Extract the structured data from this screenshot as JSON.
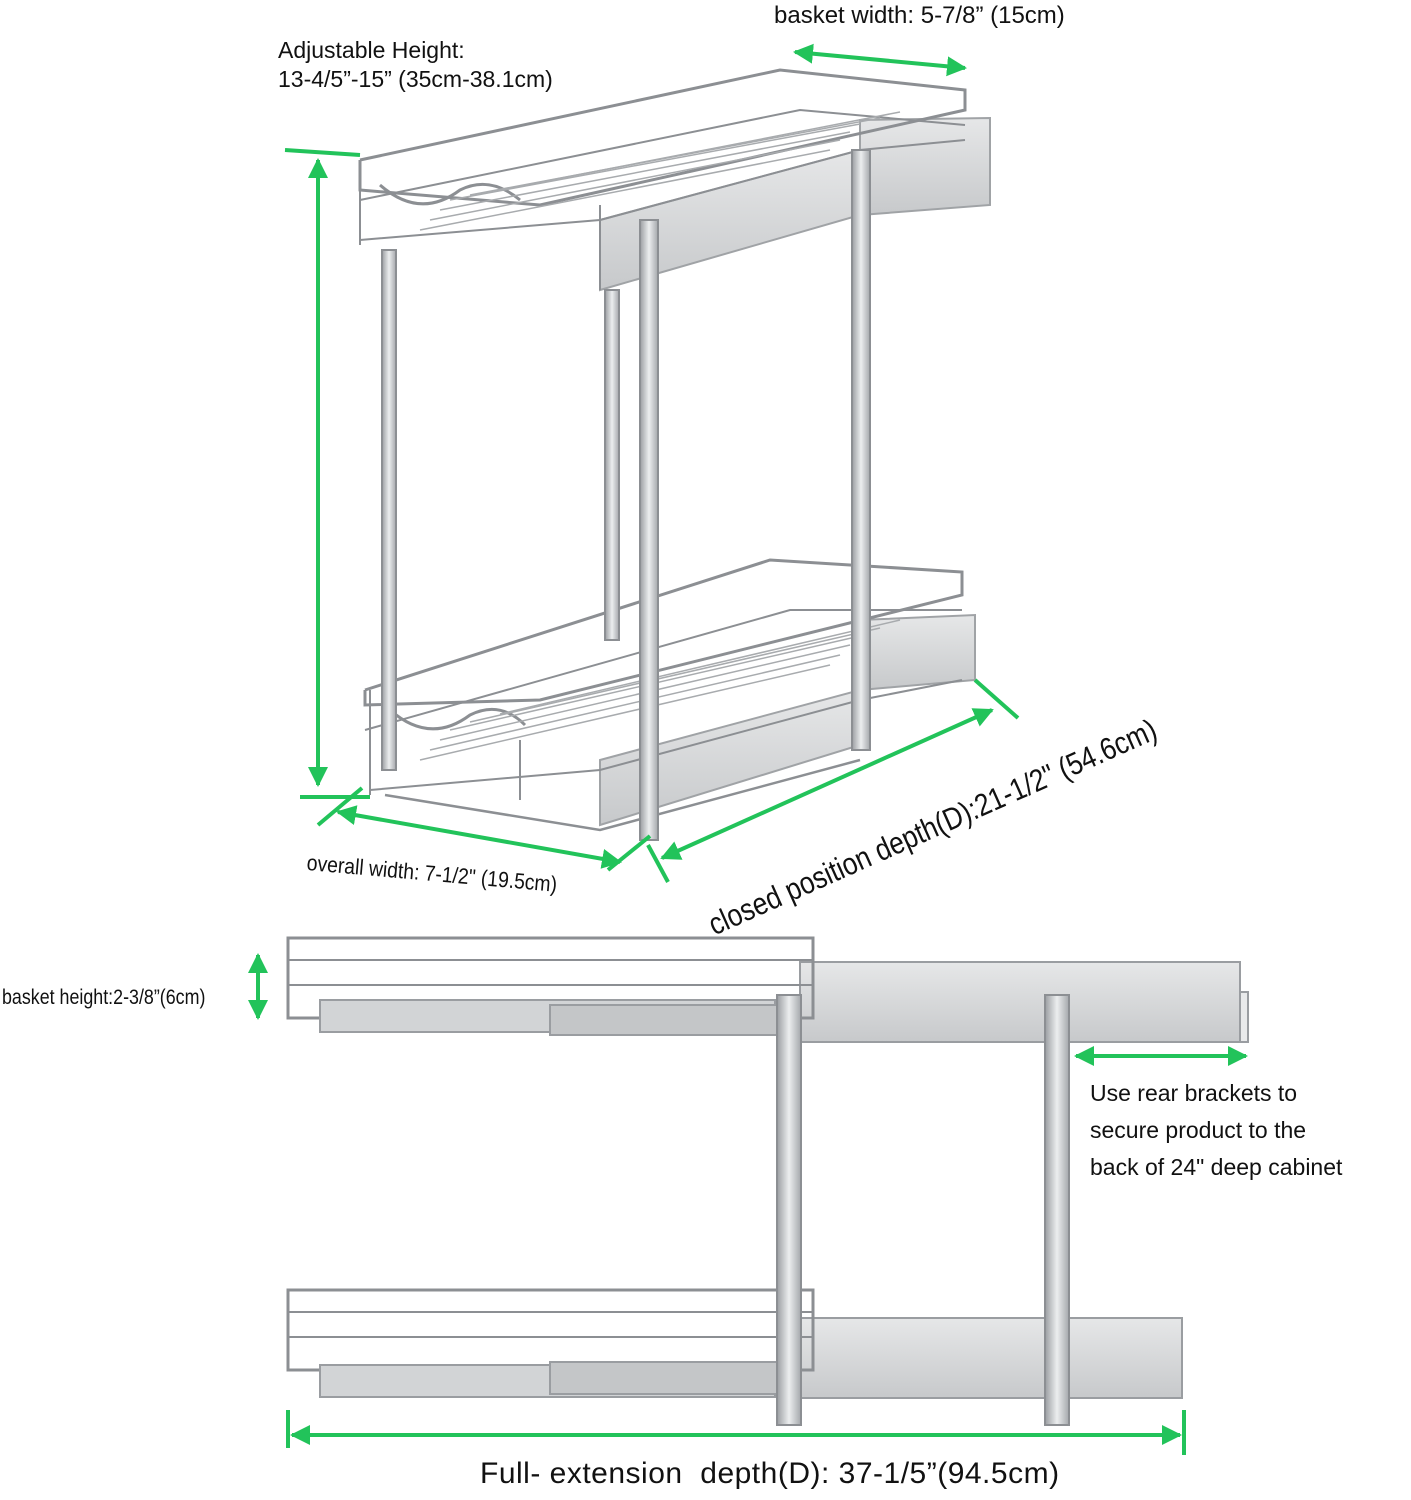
{
  "colors": {
    "dimension_arrow": "#22c35a",
    "metal": "#b9bcc0",
    "wire": "#8c8f93",
    "panel": "#d9dbdd"
  },
  "labels": {
    "basket_width": "basket width: 5-7/8” (15cm)",
    "adjustable_height_title": "Adjustable Height:",
    "adjustable_height_value": "13-4/5”-15” (35cm-38.1cm)",
    "overall_width": "overall width: 7-1/2\" (19.5cm)",
    "closed_depth": "closed position depth(D):21-1/2\" (54.6cm)",
    "basket_height": "basket height:2-3/8”(6cm)",
    "rear_brackets": [
      "Use rear brackets to",
      "secure product to the",
      "back of 24\" deep cabinet"
    ],
    "full_extension": "Full- extension  depth(D): 37-1/5”(94.5cm)"
  }
}
